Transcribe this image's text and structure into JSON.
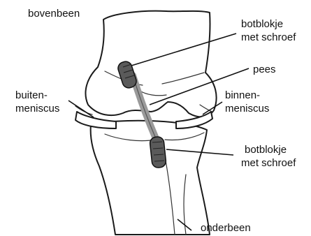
{
  "labels": {
    "femur": "bovenbeen",
    "graft_block_top_line1": "botblokje",
    "graft_block_top_line2": "met schroef",
    "tendon": "pees",
    "lateral_meniscus_line1": "buiten-",
    "lateral_meniscus_line2": "meniscus",
    "medial_meniscus_line1": "binnen-",
    "medial_meniscus_line2": "meniscus",
    "graft_block_bottom_line1": "botblokje",
    "graft_block_bottom_line2": "met schroef",
    "tibia": "onderbeen"
  }
}
